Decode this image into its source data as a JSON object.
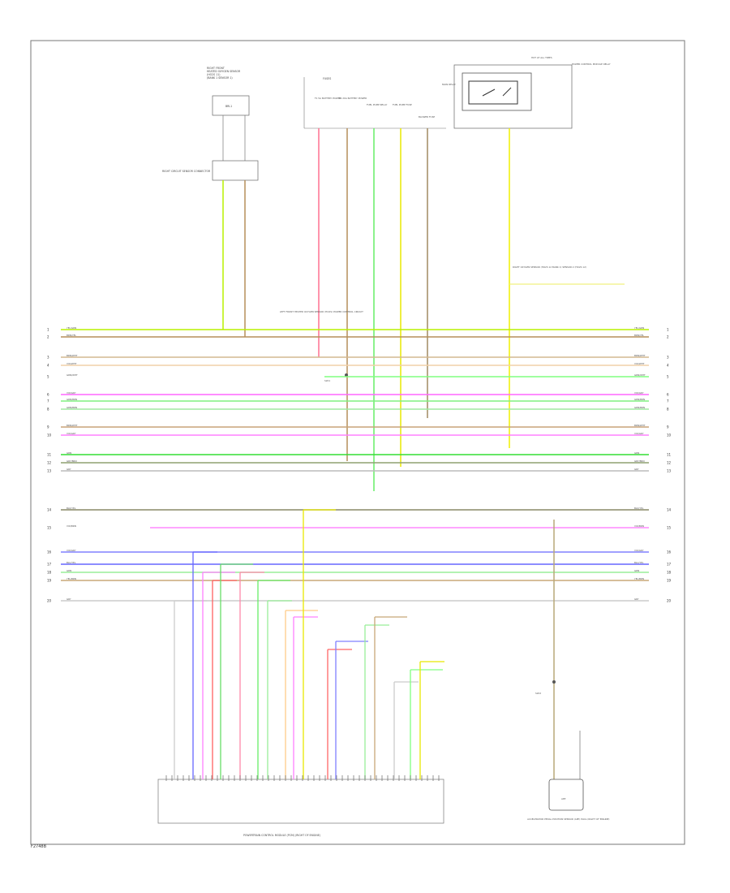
{
  "page_code": "F2748B",
  "components": {
    "top_left_header": "RIGHT FRONT\nHEATED OXYGEN SENSOR\n(HO2S 11)\n(BANK 1 SENSOR 1)",
    "top_left_relay": "BRL1",
    "top_left_connector": "RIGHT CIRCUIT SENSOR\nCONNECTOR",
    "fuses_title": "FUSES",
    "fuses": [
      "F1 5A\nBATTERY POWER",
      "F2 20A\nBATTERY POWER",
      "FUEL PUMP\nRELAY",
      "FUEL PUMP\nFUSE",
      "BLOWER\nFUSE"
    ],
    "relay_box_title": "MAIN\nRELAY",
    "relay_label": "HOT AT\nALL TIMES",
    "relay_module": "POWER\nCONTROL\nMODULE\nRELAY",
    "mid_splice_label": "LEFT FRONT\nHEATED OXYGEN\nSENSOR (HO2S)\nPOWER\nCONTROL CIRCUIT",
    "right_sensor_label": "RIGHT OXYGEN SENSOR\n(HO2S 12 BANK 1)\nSENSOR 2 (HO2S 12)",
    "splice_s201": "S201",
    "splice_s202": "S202",
    "bottom_left_component": "POWERTRAIN CONTROL MODULE (PCM)\n(RIGHT OF ENGINE)",
    "bottom_right_component": "ACCELERATOR\nPEDAL POSITION\nSENSOR (APP) PLUG\n(RIGHT OF ENGINE)",
    "bottom_right_box": "APP"
  },
  "wires": [
    {
      "label": "YEL/GRN",
      "pin_left": "1",
      "pin_right": "1",
      "color": "#b8f000"
    },
    {
      "label": "BRN/YEL",
      "pin_left": "2",
      "pin_right": "2",
      "color": "#b58f5a"
    },
    {
      "label": "BRN/WHT",
      "pin_left": "3",
      "pin_right": "3",
      "color": "#d4b890"
    },
    {
      "label": "VIO/WHT",
      "pin_left": "4",
      "pin_right": "4",
      "color": "#f0d0a8"
    },
    {
      "label": "GRN/WHT",
      "pin_left": "5",
      "pin_right": "5",
      "color": "#80ff80"
    },
    {
      "label": "VIO/GRY",
      "pin_left": "6",
      "pin_right": "6",
      "color": "#ff66ff"
    },
    {
      "label": "GRN/BRN",
      "pin_left": "7",
      "pin_right": "7",
      "color": "#80f080"
    },
    {
      "label": "GRN/BRN",
      "pin_left": "8",
      "pin_right": "8",
      "color": "#a0e8a0"
    },
    {
      "label": "BRN/WHT",
      "pin_left": "9",
      "pin_right": "9",
      "color": "#c8a478"
    },
    {
      "label": "VIO/GRY",
      "pin_left": "10",
      "pin_right": "10",
      "color": "#ff80ff"
    },
    {
      "label": "GRN",
      "pin_left": "11",
      "pin_right": "11",
      "color": "#33dd33"
    },
    {
      "label": "GRY/BRN",
      "pin_left": "12",
      "pin_right": "12",
      "color": "#8fa070"
    },
    {
      "label": "GRY",
      "pin_left": "13",
      "pin_right": "13",
      "color": "#bbbbbb"
    },
    {
      "label": "BLK/YEL",
      "pin_left": "14",
      "pin_right": "14",
      "color": "#888866"
    },
    {
      "label": "VIO/BRN",
      "pin_left": "15",
      "pin_right": "15",
      "color": "#ff88ff"
    },
    {
      "label": "VIO/GRY",
      "pin_left": "16",
      "pin_right": "16",
      "color": "#8080ff"
    },
    {
      "label": "BLU/YEL",
      "pin_left": "17",
      "pin_right": "17",
      "color": "#6666ff"
    },
    {
      "label": "GRN",
      "pin_left": "18",
      "pin_right": "18",
      "color": "#99ee99"
    },
    {
      "label": "YEL/BRN",
      "pin_left": "19",
      "pin_right": "19",
      "color": "#c8a878"
    },
    {
      "label": "GRY",
      "pin_left": "20",
      "pin_right": "20",
      "color": "#cccccc"
    }
  ]
}
